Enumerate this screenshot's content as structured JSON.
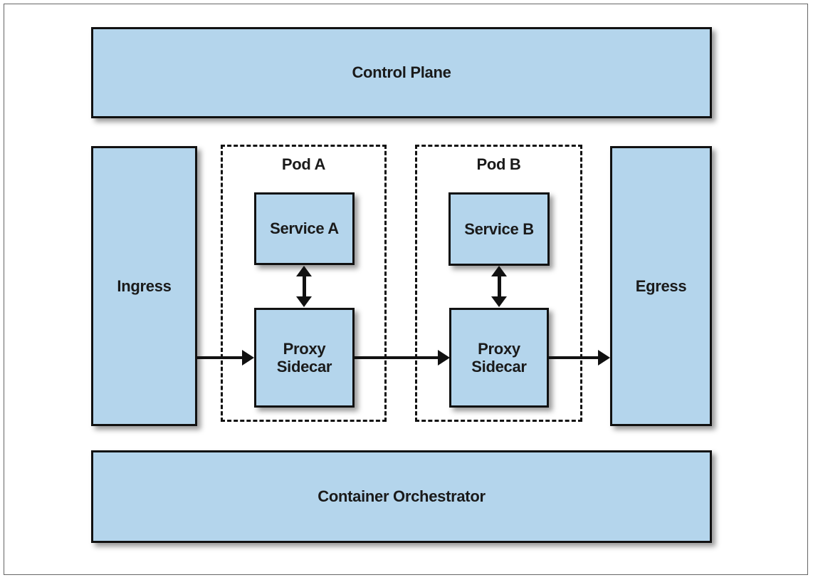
{
  "colors": {
    "box_fill": "#b4d5ec",
    "box_border": "#111111",
    "line_color": "#111111",
    "text_color": "#1a1a1a",
    "frame_border": "#666666",
    "page_bg": "#ffffff"
  },
  "nodes": {
    "control_plane": {
      "label": "Control Plane"
    },
    "ingress": {
      "label": "Ingress"
    },
    "egress": {
      "label": "Egress"
    },
    "container_orchestrator": {
      "label": "Container Orchestrator"
    },
    "pod_a": {
      "label": "Pod A",
      "service": {
        "label": "Service A"
      },
      "proxy": {
        "label": "Proxy Sidecar"
      }
    },
    "pod_b": {
      "label": "Pod B",
      "service": {
        "label": "Service B"
      },
      "proxy": {
        "label": "Proxy Sidecar"
      }
    }
  },
  "edges": [
    {
      "from": "Ingress",
      "to": "Proxy Sidecar (Pod A)",
      "type": "arrow"
    },
    {
      "from": "Proxy Sidecar (Pod A)",
      "to": "Proxy Sidecar (Pod B)",
      "type": "arrow"
    },
    {
      "from": "Proxy Sidecar (Pod B)",
      "to": "Egress",
      "type": "arrow"
    },
    {
      "from": "Service A",
      "to": "Proxy Sidecar (Pod A)",
      "type": "double-arrow"
    },
    {
      "from": "Service B",
      "to": "Proxy Sidecar (Pod B)",
      "type": "double-arrow"
    }
  ]
}
